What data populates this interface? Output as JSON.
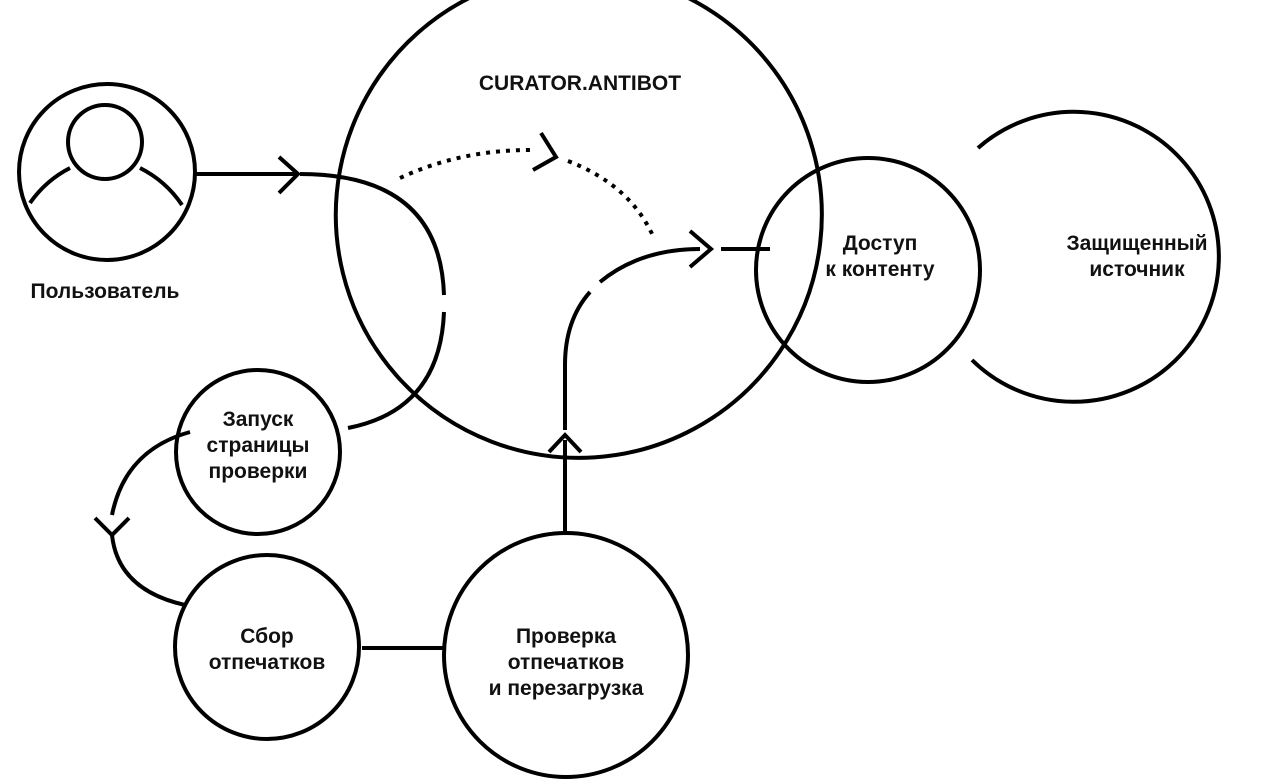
{
  "title": "CURATOR.ANTIBOT",
  "nodes": {
    "user": "Пользователь",
    "access": [
      "Доступ",
      "к контенту"
    ],
    "source": [
      "Защищенный",
      "источник"
    ],
    "launch": [
      "Запуск",
      "страницы",
      "проверки"
    ],
    "collect": [
      "Сбор",
      "отпечатков"
    ],
    "verify": [
      "Проверка",
      "отпечатков",
      "и перезагрузка"
    ]
  },
  "colors": {
    "stroke": "#000000",
    "background": "#ffffff"
  }
}
